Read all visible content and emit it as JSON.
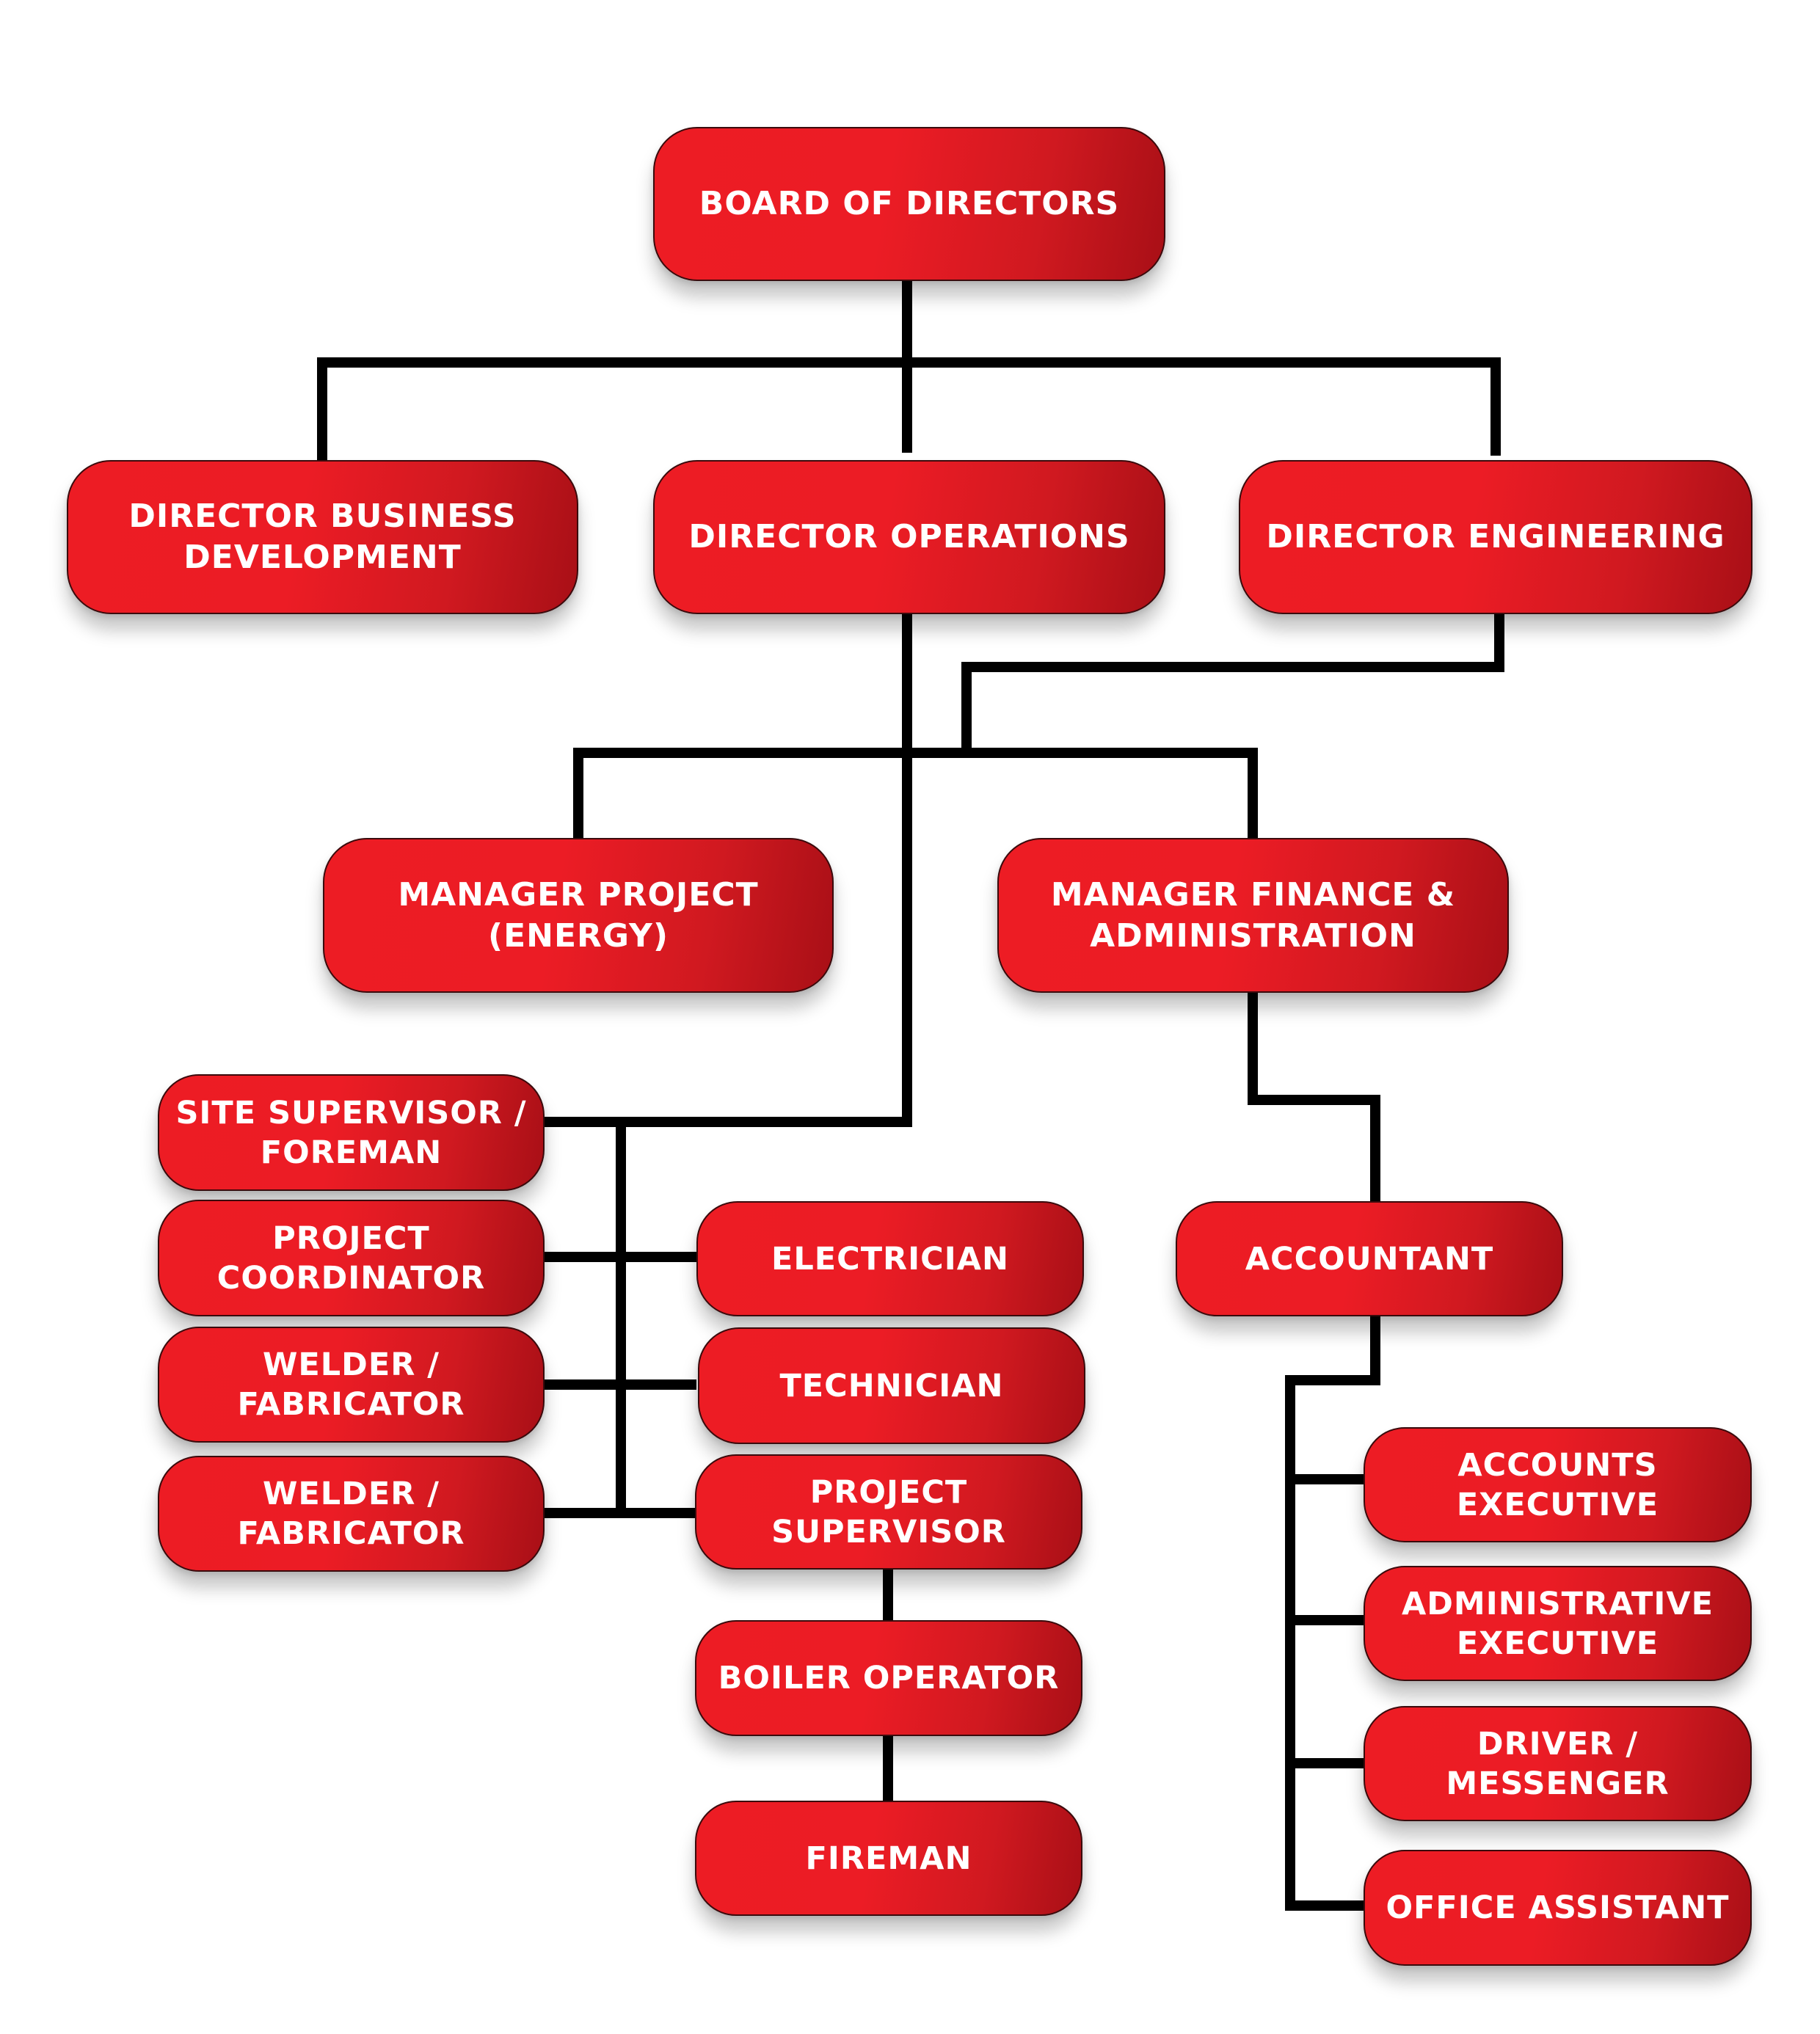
{
  "chart_title": "",
  "nodes": {
    "board": "BOARD OF DIRECTORS",
    "dir_business": "DIRECTOR BUSINESS\nDEVELOPMENT",
    "dir_operations": "DIRECTOR OPERATIONS",
    "dir_engineering": "DIRECTOR ENGINEERING",
    "mgr_project": "MANAGER PROJECT\n(ENERGY)",
    "mgr_finance": "MANAGER FINANCE &\nADMINISTRATION",
    "site_supervisor": "SITE SUPERVISOR /\nFOREMAN",
    "project_coordinator": "PROJECT\nCOORDINATOR",
    "welder_1": "WELDER /\nFABRICATOR",
    "welder_2": "WELDER /\nFABRICATOR",
    "electrician": "ELECTRICIAN",
    "technician": "TECHNICIAN",
    "project_supervisor": "PROJECT\nSUPERVISOR",
    "boiler_operator": "BOILER OPERATOR",
    "fireman": "FIREMAN",
    "accountant": "ACCOUNTANT",
    "accounts_executive": "ACCOUNTS\nEXECUTIVE",
    "administrative_executive": "ADMINISTRATIVE\nEXECUTIVE",
    "driver_messenger": "DRIVER /\nMESSENGER",
    "office_assistant": "OFFICE ASSISTANT"
  },
  "colors": {
    "box_red": "#ED1C24",
    "box_dark_red": "#A80F16",
    "text": "#FFFFFF",
    "connector": "#000000"
  }
}
